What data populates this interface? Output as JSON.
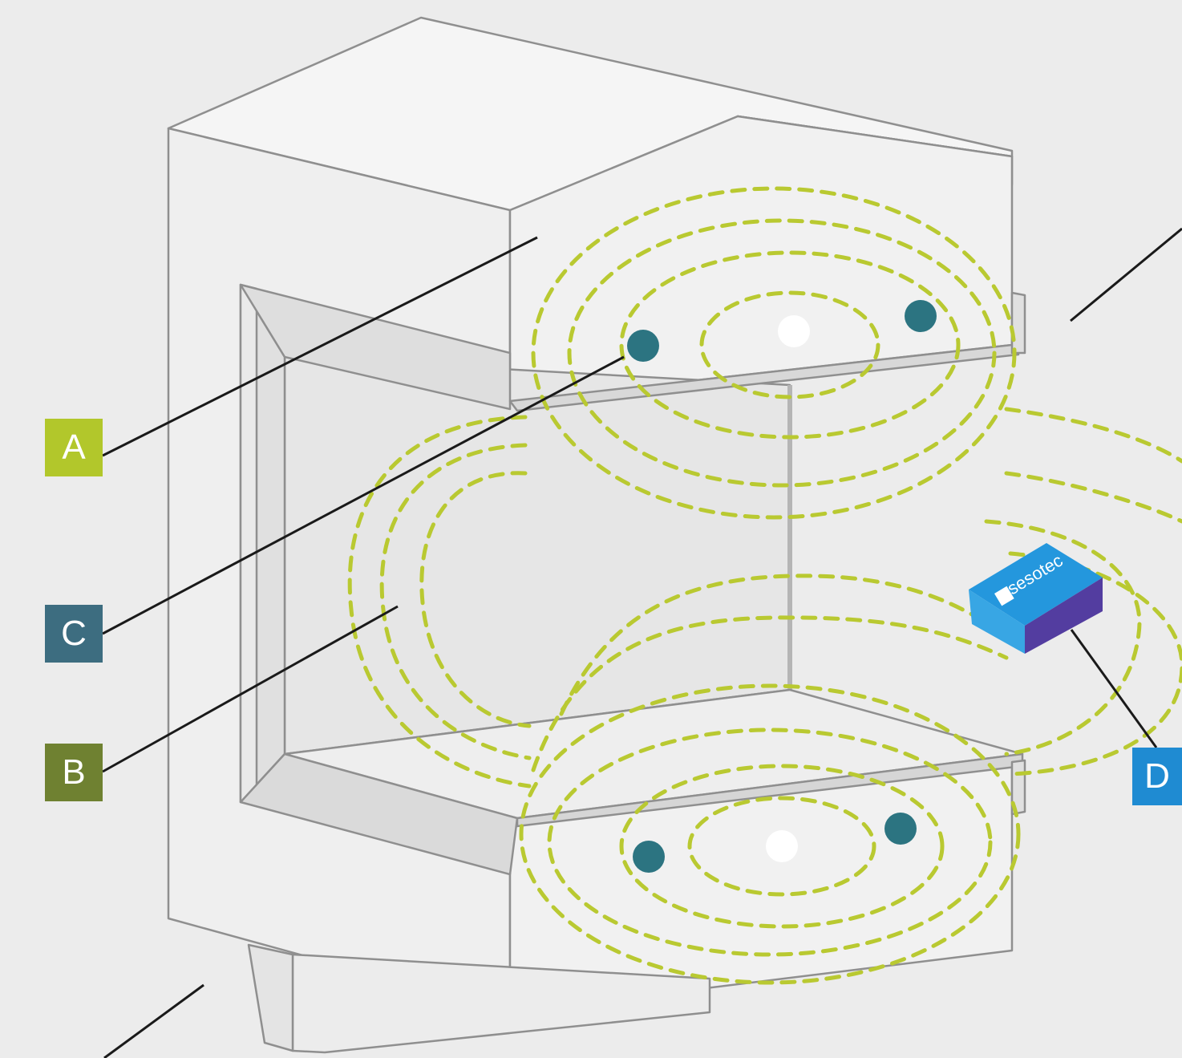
{
  "labels": {
    "a": {
      "text": "A",
      "color": "#b2c72b"
    },
    "b": {
      "text": "B",
      "color": "#6f8131"
    },
    "c": {
      "text": "C",
      "color": "#3d6d80"
    },
    "d": {
      "text": "D",
      "color": "#1f8bd2"
    }
  },
  "sensor": {
    "brand": "sesotec",
    "top_color": "#2497dd",
    "side_color": "#533da0",
    "front_color": "#38a6e4"
  },
  "colors": {
    "field_lines": "#b9c931",
    "coil_dot": "#2c7481",
    "center_dot": "#ffffff",
    "outline": "#8a8a8a",
    "leader_line": "#1a1a1a"
  }
}
